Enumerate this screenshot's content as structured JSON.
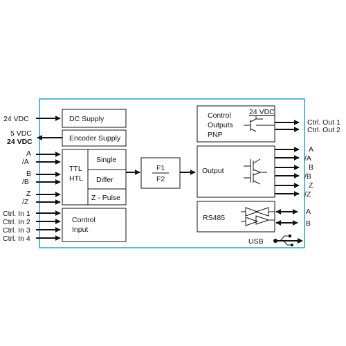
{
  "inputs": {
    "supply": "24 VDC",
    "enc_5v": "5 VDC",
    "enc_24v": "24 VDC",
    "a": "A",
    "a_inv": "/A",
    "b": "B",
    "b_inv": "/B",
    "z": "Z",
    "z_inv": "/Z",
    "ctrl_in_1": "Ctrl. In 1",
    "ctrl_in_2": "Ctrl. In 2",
    "ctrl_in_3": "Ctrl. In 3",
    "ctrl_in_4": "Ctrl. In 4"
  },
  "blocks": {
    "dc_supply": "DC Supply",
    "encoder_supply": "Encoder Supply",
    "ttl": "TTL",
    "htl": "HTL",
    "single": "Single",
    "differ": "Differ",
    "z_pulse": "Z - Pulse",
    "control_input_1": "Control",
    "control_input_2": "Input",
    "f1": "F1",
    "f2": "F2",
    "control_outputs_1": "Control",
    "control_outputs_2": "Outputs",
    "control_outputs_3": "PNP",
    "control_outputs_voltage": "24 VDC",
    "output": "Output",
    "rs485": "RS485"
  },
  "outputs": {
    "ctrl_out_1": "Ctrl. Out 1",
    "ctrl_out_2": "Ctrl. Out 2",
    "a": "A",
    "a_inv": "/A",
    "b": "B",
    "b_inv": "/B",
    "z": "Z",
    "z_inv": "/Z",
    "rs485_a": "A",
    "rs485_b": "B",
    "usb": "USB"
  },
  "colors": {
    "frame": "#2aa0c8",
    "line": "#111111"
  }
}
